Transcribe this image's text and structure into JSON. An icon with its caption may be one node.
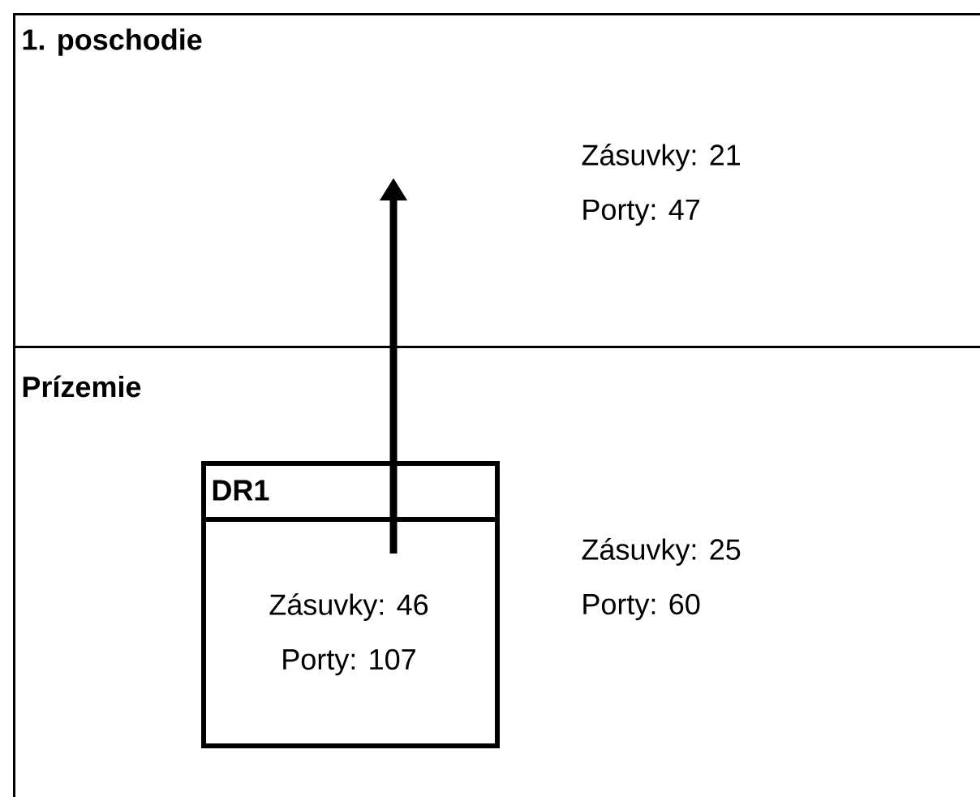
{
  "diagram": {
    "nodes": [
      {
        "text": [
          "1. poschodie",
          "Zásuvky: 21",
          "Porty: 47"
        ]
      },
      {
        "text": [
          "Prízemie",
          "Zásuvky: 25",
          "Porty: 60"
        ]
      },
      {
        "text": [
          "DR1",
          "Zásuvky: 46",
          "Porty: 107"
        ],
        "in": 1
      }
    ],
    "edges": [
      {
        "from": 2,
        "to": 0,
        "arrow": "to"
      }
    ]
  }
}
